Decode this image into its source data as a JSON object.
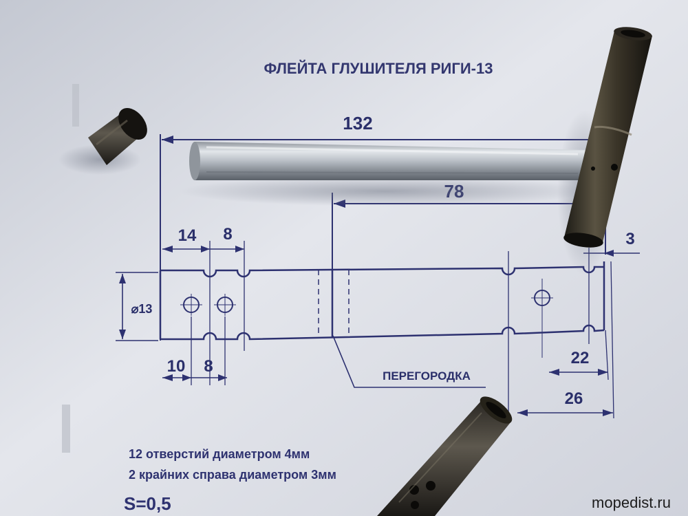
{
  "drawing": {
    "title": "ФЛЕЙТА ГЛУШИТЕЛЯ РИГИ-13",
    "dimensions": {
      "overall_length": "132",
      "partition_position": "78",
      "top_left_1": "14",
      "top_left_2": "8",
      "bottom_left_1": "10",
      "bottom_left_2": "8",
      "right_end": "3",
      "right_22": "22",
      "right_26": "26",
      "diameter": "⌀13"
    },
    "partition_label": "ПЕРЕГОРОДКА",
    "notes": [
      "12 отверстий диаметром 4мм",
      "2 крайних справа диаметром 3мм",
      "S=0,5"
    ]
  },
  "watermark": "mopedist.ru",
  "objects": [
    {
      "name": "silver-pipe",
      "material": "aluminium tube"
    },
    {
      "name": "dark-t-tube",
      "material": "blackened steel tube"
    },
    {
      "name": "short-dark-sleeve",
      "material": "blackened steel"
    },
    {
      "name": "perforated-dark-tube",
      "material": "blackened steel with holes"
    }
  ]
}
